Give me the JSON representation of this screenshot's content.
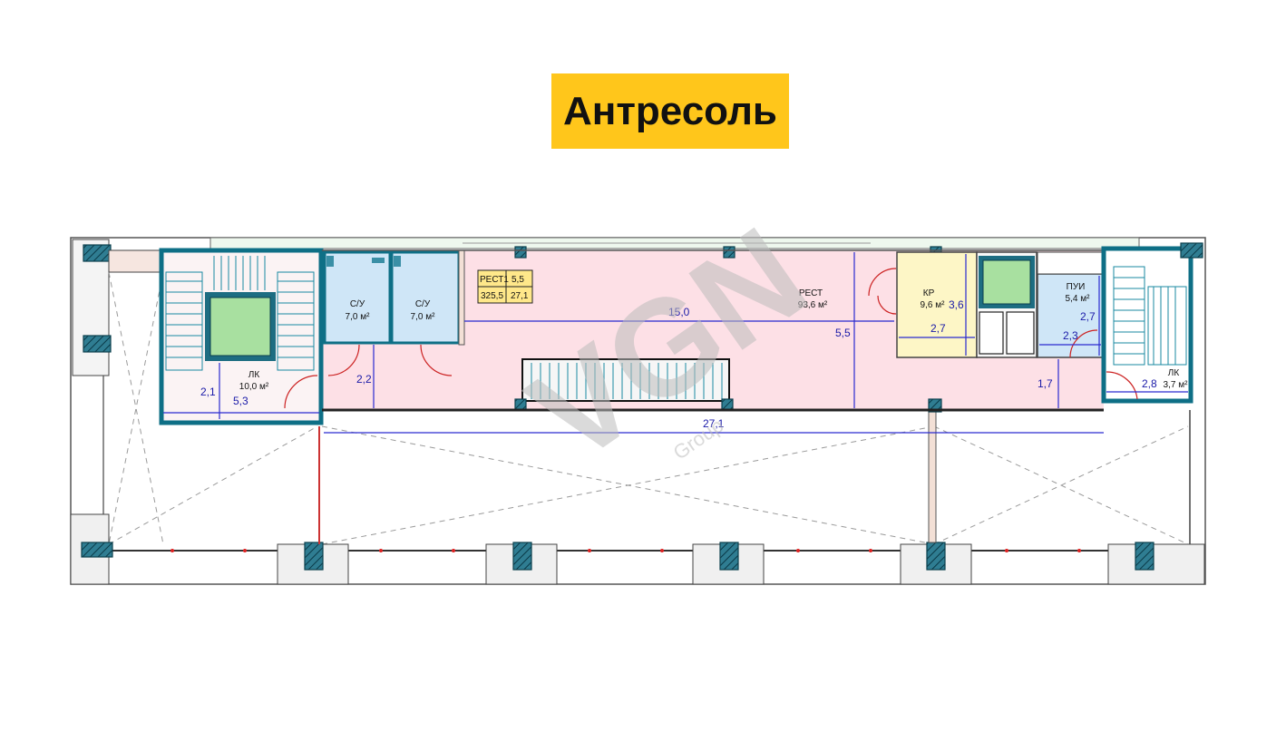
{
  "title": "Антресоль",
  "rooms": {
    "lk_left": {
      "name": "ЛК",
      "area": "10,0 м²"
    },
    "wc1": {
      "name": "С/У",
      "area": "7,0 м²"
    },
    "wc2": {
      "name": "С/У",
      "area": "7,0 м²"
    },
    "rest": {
      "name": "РЕСТ",
      "area": "93,6 м²"
    },
    "kr": {
      "name": "КР",
      "area": "9,6 м²"
    },
    "pui": {
      "name": "ПУИ",
      "area": "5,4 м²"
    },
    "lk_right": {
      "name": "ЛК",
      "area": "3,7 м²"
    }
  },
  "legend_table": {
    "r1c1": "РЕСТ1",
    "r1c2": "5,5",
    "r2c1": "325,5",
    "r2c2": "27,1"
  },
  "dimensions": {
    "d_2_1": "2,1",
    "d_5_3": "5,3",
    "d_2_2": "2,2",
    "d_15_0": "15,0",
    "d_5_5": "5,5",
    "d_27_1": "27,1",
    "d_3_6": "3,6",
    "d_2_7_kr": "2,7",
    "d_2_7_pui": "2,7",
    "d_2_3": "2,3",
    "d_1_7": "1,7",
    "d_2_8": "2,8"
  },
  "watermark": {
    "logo": "VGN",
    "sub": "Group"
  },
  "colors": {
    "title_bg": "#ffc61b",
    "rest_fill": "#fde0e6",
    "wc_fill": "#cfe6f7",
    "kr_fill": "#fdf6c6",
    "pui_fill": "#cfe6f7",
    "lk_fill": "#fbf3f4",
    "elevator_fill": "#a8e0a0",
    "wall": "#0e6f86",
    "dimension": "#2a2ad0",
    "table_fill": "#ffe88a"
  }
}
